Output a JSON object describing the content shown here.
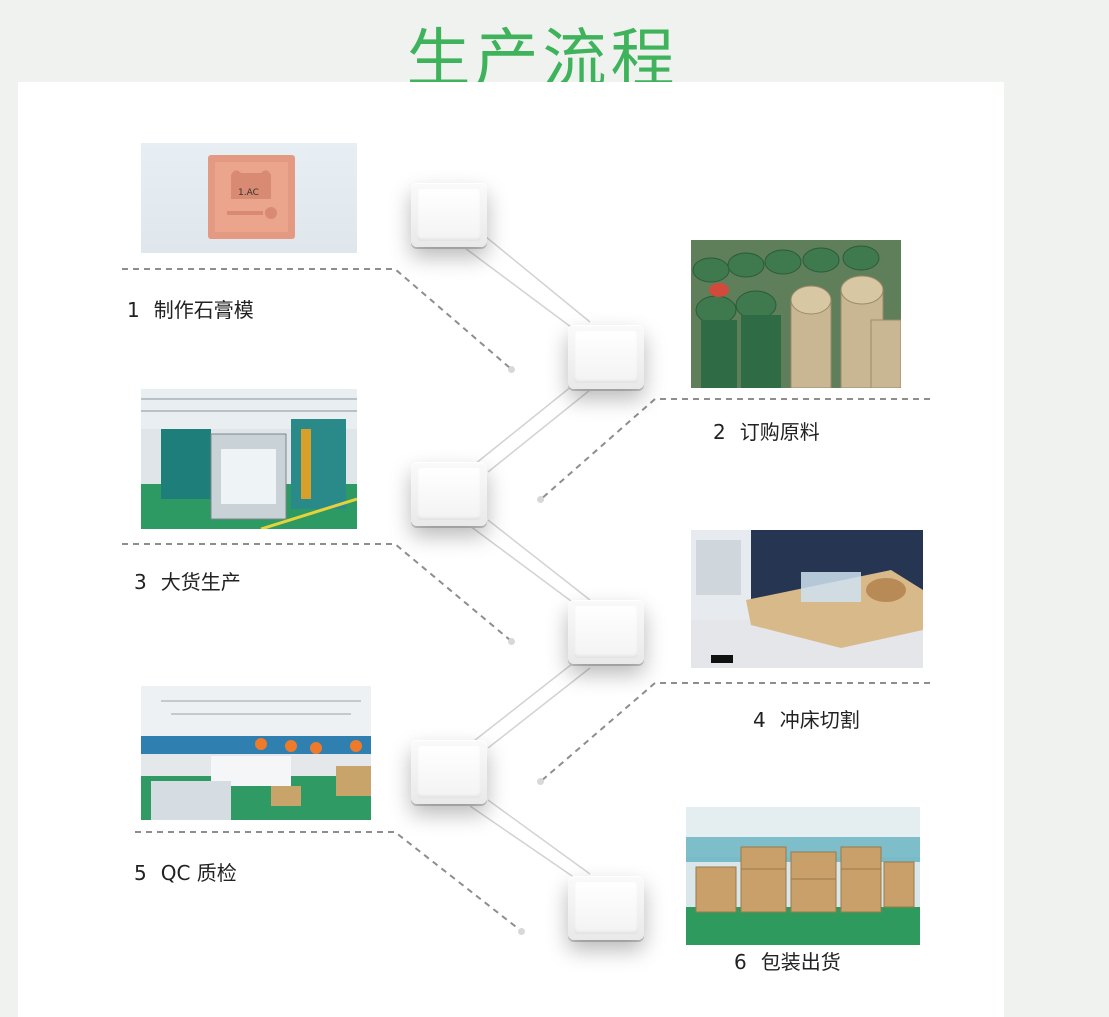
{
  "title": "生产流程",
  "steps": [
    {
      "num": "1",
      "label": "制作石膏模",
      "photo": "plaster-mold-photo"
    },
    {
      "num": "2",
      "label": "订购原料",
      "photo": "raw-material-rolls-photo"
    },
    {
      "num": "3",
      "label": "大货生产",
      "photo": "production-line-photo"
    },
    {
      "num": "4",
      "label": "冲床切割",
      "photo": "punch-cutting-photo"
    },
    {
      "num": "5",
      "label": "QC  质检",
      "photo": "quality-check-photo"
    },
    {
      "num": "6",
      "label": "包装出货",
      "photo": "packing-shipment-photo"
    }
  ],
  "colors": {
    "title": "#3fb35c",
    "line": "#c9c9c9",
    "dash": "#9a9a9a"
  }
}
